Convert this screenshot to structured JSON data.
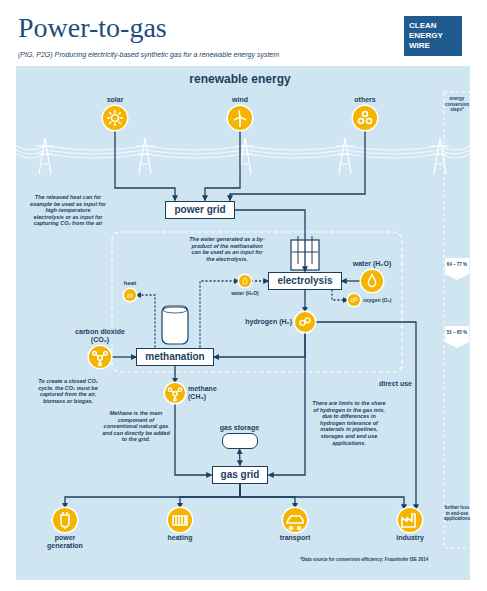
{
  "diagram": {
    "title": "Power-to-gas",
    "nodes": [
      {
        "text": [
          "solar"
        ]
      },
      {
        "text": [
          "wind"
        ]
      },
      {
        "text": [
          "others"
        ]
      },
      {
        "text": [
          "power grid"
        ]
      },
      {
        "text": [
          "electrolysis"
        ]
      },
      {
        "text": [
          "water (H₂O)"
        ]
      },
      {
        "text": [
          "water (H₂O)"
        ]
      },
      {
        "text": [
          "oxygen (O₂)"
        ]
      },
      {
        "text": [
          "hydrogen (H₂)"
        ]
      },
      {
        "text": [
          "heat"
        ]
      },
      {
        "text": [
          "methanation"
        ]
      },
      {
        "text": [
          "carbon dioxide (CO₂)"
        ]
      },
      {
        "text": [
          "methane (CH₄)"
        ]
      },
      {
        "text": [
          "gas storage"
        ]
      },
      {
        "text": [
          "gas grid"
        ]
      },
      {
        "text": [
          "power generation"
        ]
      },
      {
        "text": [
          "heating"
        ]
      },
      {
        "text": [
          "transport"
        ]
      },
      {
        "text": [
          "industry"
        ]
      }
    ],
    "edges": [
      {
        "from": 0,
        "to": 3,
        "arrow": "to"
      },
      {
        "from": 1,
        "to": 3,
        "arrow": "to"
      },
      {
        "from": 2,
        "to": 3,
        "arrow": "to"
      },
      {
        "from": 3,
        "to": 4,
        "arrow": "to"
      },
      {
        "from": 5,
        "to": 4,
        "arrow": "to"
      },
      {
        "from": 4,
        "to": 7,
        "arrow": "to"
      },
      {
        "from": 4,
        "to": 8,
        "arrow": "to"
      },
      {
        "from": 10,
        "to": 9,
        "arrow": "to"
      },
      {
        "from": 10,
        "to": 6,
        "arrow": "to"
      },
      {
        "from": 6,
        "to": 4,
        "arrow": "to"
      },
      {
        "from": 8,
        "to": 10,
        "arrow": "to"
      },
      {
        "from": 11,
        "to": 10,
        "arrow": "to"
      },
      {
        "from": 10,
        "to": 12,
        "arrow": "to"
      },
      {
        "from": 12,
        "to": 14,
        "arrow": "to"
      },
      {
        "from": 8,
        "to": 14,
        "arrow": "to"
      },
      {
        "from": 8,
        "to": 18,
        "label": "direct use",
        "arrow": "to"
      },
      {
        "from": 13,
        "to": 14,
        "arrow": "both"
      },
      {
        "from": 14,
        "to": 15,
        "arrow": "to"
      },
      {
        "from": 14,
        "to": 16,
        "arrow": "to"
      },
      {
        "from": 14,
        "to": 17,
        "arrow": "to"
      },
      {
        "from": 14,
        "to": 18,
        "arrow": "to"
      }
    ],
    "labels": [
      "(PtG, P2G) Producing electricity-based synthetic gas for a renewable energy system",
      "CLEAN ENERGY WIRE",
      "renewable energy",
      "The released heat can for example be used as input for high-temperature electrolysis or as input for capturing CO₂ from the air",
      "The water generated as a by-product of the methanation can be used as an input for the electrolysis.",
      "To create a closed CO₂ cycle, the CO₂ must be captured from the air, biomass or biogas.",
      "Methane is the main component of conventional natural gas and can directly be added to the grid.",
      "There are limits to the share of hydrogen in the gas mix, due to differences in hydrogen tolerance of materials in pipelines, storages and end use applications.",
      "energy conversion steps*",
      "64 – 77 %",
      "51 – 65 %",
      "further loss in end-use applications",
      "*Data source for conversion efficiency: Fraunhofer ISE 2014"
    ]
  }
}
